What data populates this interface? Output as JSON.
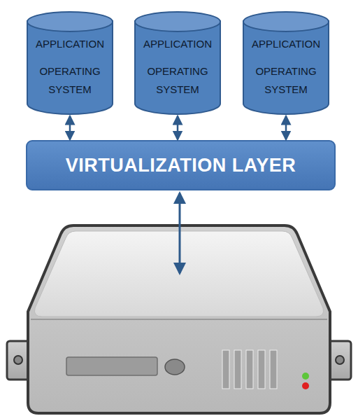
{
  "diagram": {
    "nodes": [
      {
        "text": [
          "APPLICATION",
          "OPERATING SYSTEM"
        ]
      },
      {
        "text": [
          "APPLICATION",
          "OPERATING SYSTEM"
        ]
      },
      {
        "text": [
          "APPLICATION",
          "OPERATING SYSTEM"
        ]
      },
      {
        "text": [
          "VIRTUALIZATION LAYER"
        ]
      }
    ],
    "edges": [
      {
        "from": 0,
        "to": 3,
        "arrow": "both"
      },
      {
        "from": 1,
        "to": 3,
        "arrow": "both"
      },
      {
        "from": 2,
        "to": 3,
        "arrow": "both"
      }
    ]
  }
}
